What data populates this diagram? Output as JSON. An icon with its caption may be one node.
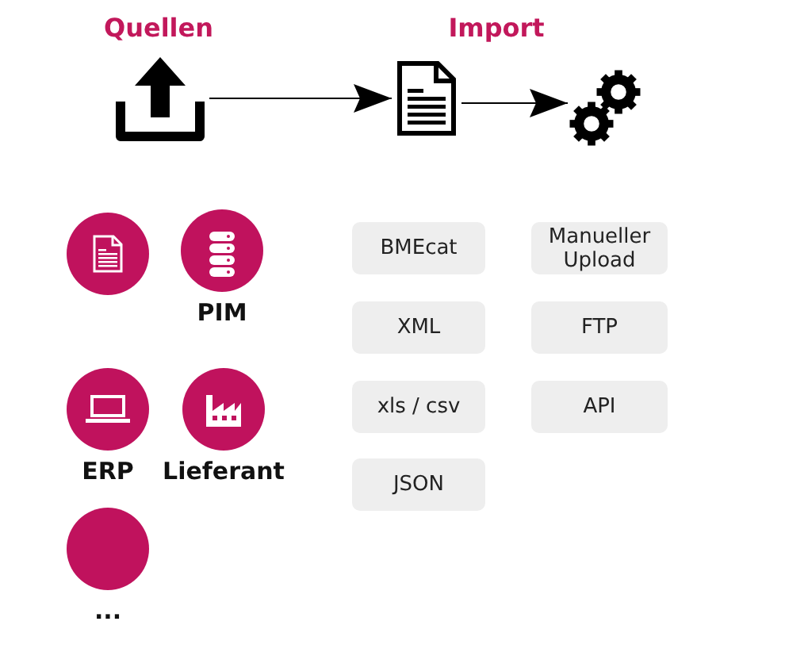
{
  "diagram": {
    "nodes": [
      {
        "text": [],
        "shape": "icon"
      },
      {
        "text": [],
        "shape": "icon"
      },
      {
        "text": [],
        "shape": "icon"
      },
      {
        "text": [],
        "shape": "circle"
      },
      {
        "text": [
          "PIM"
        ]
      },
      {
        "text": [
          "ERP"
        ]
      },
      {
        "text": [
          "Lieferant"
        ]
      },
      {
        "text": [
          "..."
        ]
      },
      {
        "text": [
          "BMEcat"
        ]
      },
      {
        "text": [
          "Manueller Upload"
        ]
      },
      {
        "text": [
          "XML"
        ]
      },
      {
        "text": [
          "FTP"
        ]
      },
      {
        "text": [
          "xls / csv"
        ]
      },
      {
        "text": [
          "API"
        ]
      },
      {
        "text": [
          "JSON"
        ]
      }
    ],
    "edges": [
      {
        "from": 0,
        "to": 1,
        "arrow": "to"
      },
      {
        "from": 1,
        "to": 2,
        "arrow": "to"
      }
    ],
    "labels": [
      "Quellen",
      "Import"
    ]
  }
}
